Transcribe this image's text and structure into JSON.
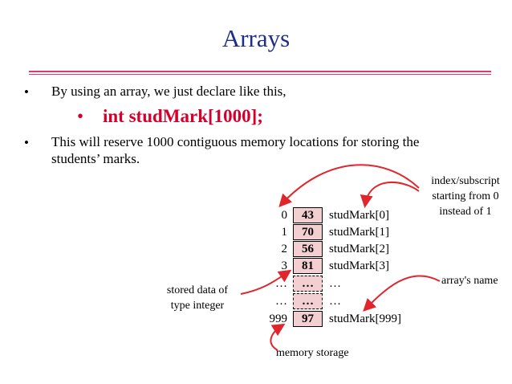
{
  "title": "Arrays",
  "colors": {
    "title": "#1f2f86",
    "rule": "#d93b6f",
    "code": "#d4002c",
    "cell_fill": "#f4cfd2",
    "arrow": "#e0262c"
  },
  "bullets": [
    {
      "marker": "•",
      "text": "By using an array, we just declare like this,"
    },
    {
      "marker": "•",
      "text": "This will reserve 1000 contiguous memory locations for storing the"
    },
    {
      "text": "students’ marks."
    }
  ],
  "code": {
    "marker": "•",
    "text": "int  studMark[1000];"
  },
  "diagram": {
    "rows": [
      {
        "index": "0",
        "value": "43",
        "name": "studMark[0]"
      },
      {
        "index": "1",
        "value": "70",
        "name": "studMark[1]"
      },
      {
        "index": "2",
        "value": "56",
        "name": "studMark[2]"
      },
      {
        "index": "3",
        "value": "81",
        "name": "studMark[3]"
      },
      {
        "index": "…",
        "value": "…",
        "name": "…"
      },
      {
        "index": "…",
        "value": "…",
        "name": "…"
      },
      {
        "index": "999",
        "value": "97",
        "name": "studMark[999]"
      }
    ],
    "annotations": {
      "index_line1": "index/subscript",
      "index_line2": "starting from 0",
      "index_line3": "instead of 1",
      "stored_line1": "stored data of",
      "stored_line2": "type integer",
      "array_name": "array's name",
      "memory": "memory storage"
    }
  }
}
